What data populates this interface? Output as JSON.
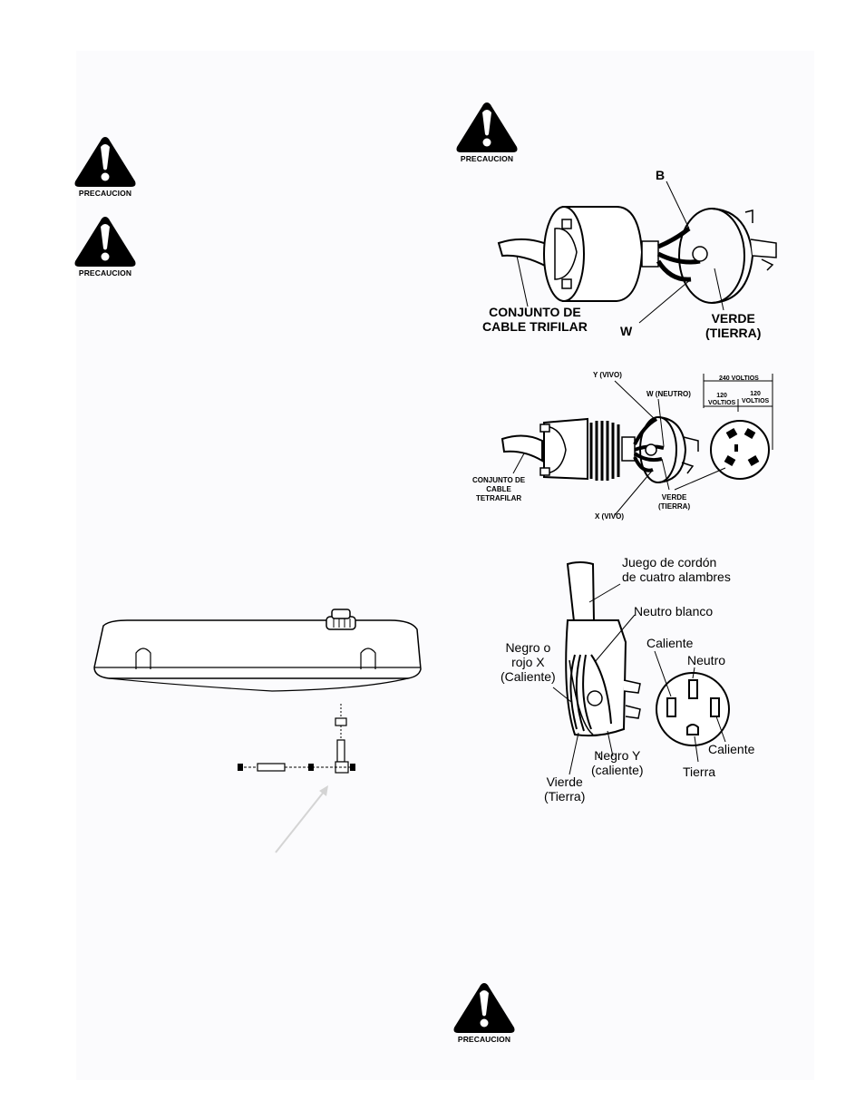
{
  "warnings": [
    {
      "label": "PRECAUCION"
    },
    {
      "label": "PRECAUCION"
    },
    {
      "label": "PRECAUCION"
    },
    {
      "label": "PRECAUCION"
    }
  ],
  "fig_three_wire": {
    "label_b": "B",
    "label_w": "W",
    "cable": [
      "CONJUNTO DE",
      "CABLE TRIFILAR"
    ],
    "ground": [
      "VERDE",
      "(TIERRA)"
    ]
  },
  "fig_four_wire": {
    "y_live": "Y (VIVO)",
    "w_neutral": "W (NEUTRO)",
    "volts_240": "240 VOLTIOS",
    "volts_120a": [
      "120",
      "VOLTIOS"
    ],
    "volts_120b": [
      "120",
      "VOLTIOS"
    ],
    "cable": [
      "CONJUNTO DE",
      "CABLE",
      "TETRAFILAR"
    ],
    "ground": [
      "VERDE",
      "(TIERRA)"
    ],
    "x_live": "X (VIVO)"
  },
  "fig_cord": {
    "cord": [
      "Juego de cordón",
      "de cuatro alambres"
    ],
    "neutral_white": "Neutro blanco",
    "hot_label": "Caliente",
    "neutral": "Neutro",
    "black_x": [
      "Negro o",
      "rojo X",
      "(Caliente)"
    ],
    "hot_label2": "Caliente",
    "black_y": [
      "Negro Y",
      "(caliente)"
    ],
    "ground": "Tierra",
    "green": [
      "Vierde",
      "(Tierra)"
    ]
  }
}
